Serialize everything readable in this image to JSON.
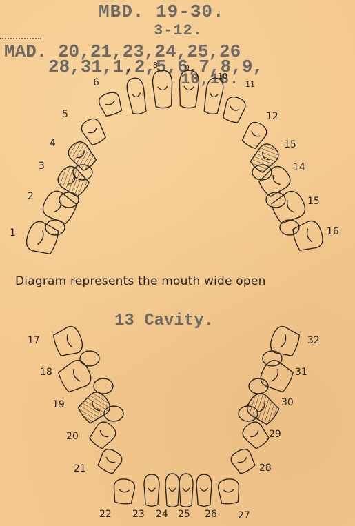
{
  "record": {
    "header_line1": "MBD. 19-30.",
    "header_line2": "3-12.",
    "header_line3": "MAD. 20,21,23,24,25,26",
    "header_line4": "28,31,1,2,5,6,7,8,9,",
    "header_line5": "10,16.",
    "caption": "Diagram represents the mouth wide open",
    "cavity_note": "13 Cavity."
  },
  "upper_labels": [
    "1",
    "2",
    "3",
    "4",
    "5",
    "6",
    "7",
    "8",
    "9",
    "10",
    "11",
    "12",
    "15",
    "14",
    "15",
    "16"
  ],
  "lower_labels": [
    "17",
    "18",
    "19",
    "20",
    "21",
    "22",
    "23",
    "24",
    "25",
    "26",
    "27",
    "28",
    "29",
    "30",
    "31",
    "32"
  ],
  "colors": {
    "paper": "#f3c88e",
    "ink": "#2b2520",
    "typewriter": "#6d6a66"
  }
}
